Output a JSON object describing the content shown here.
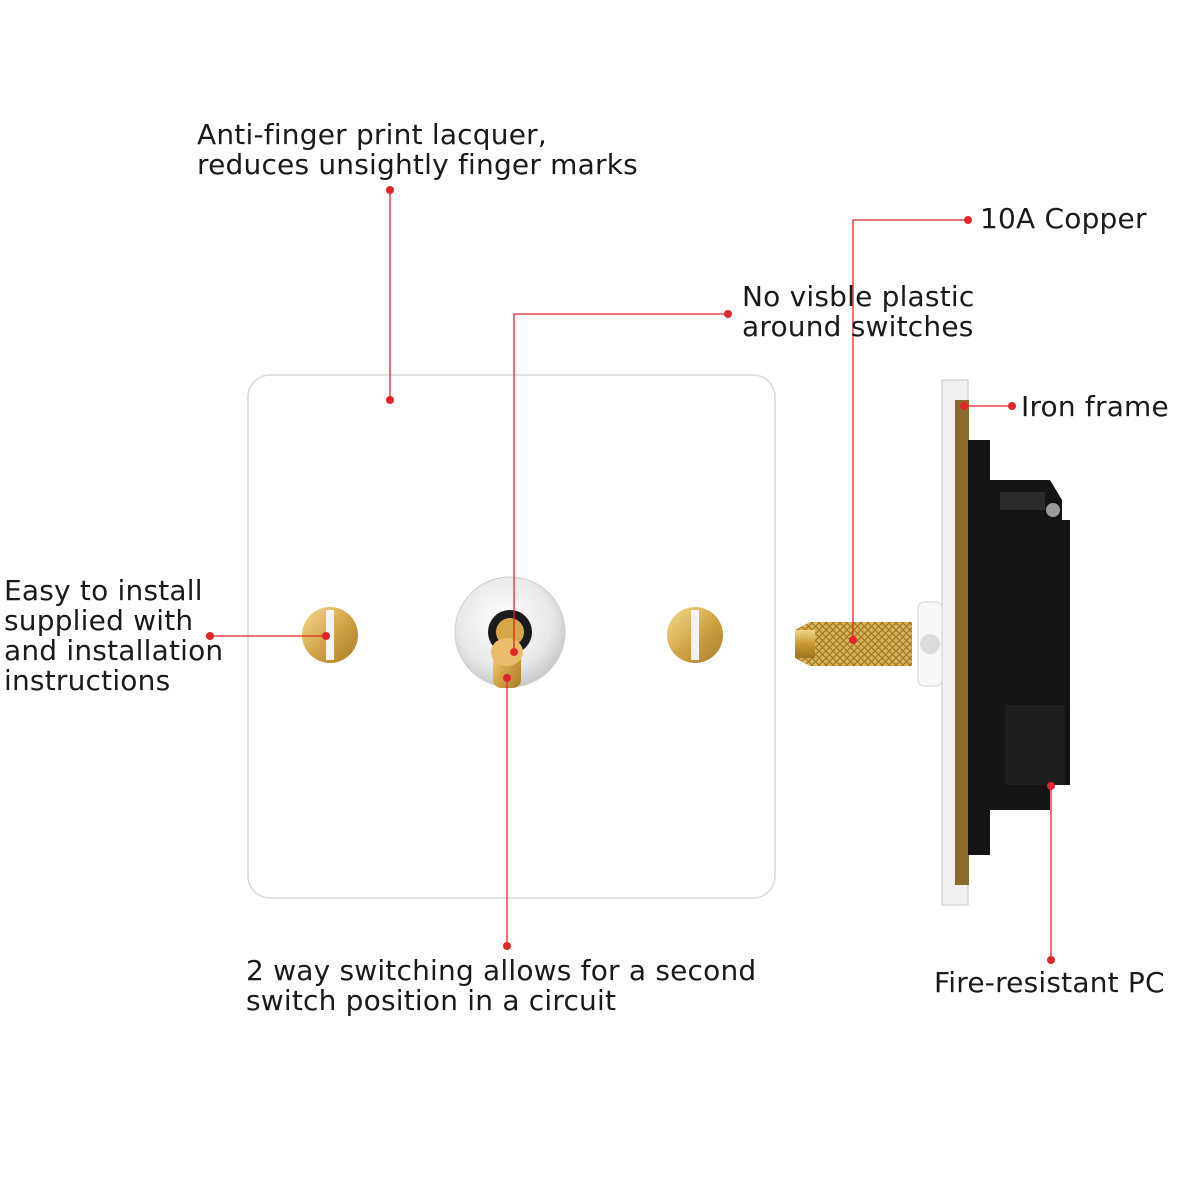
{
  "callouts": {
    "anti_fingerprint": "Anti-finger print lacquer,\nreduces unsightly finger marks",
    "copper": "10A Copper",
    "no_plastic": "No visble plastic\naround switches",
    "iron_frame": "Iron frame",
    "easy_install": "Easy to install\nsupplied with\nand installation\ninstructions",
    "two_way": "2 way switching allows for a second\nswitch position in a circuit",
    "fire_resistant": "Fire-resistant PC"
  },
  "colors": {
    "callout_line": "#e0262b",
    "plate_border": "#d9d9d9",
    "brass": "#d4a64a",
    "housing": "#141414"
  },
  "icons": {
    "screw": "slotted-screw-icon",
    "toggle": "toggle-lever-icon"
  }
}
